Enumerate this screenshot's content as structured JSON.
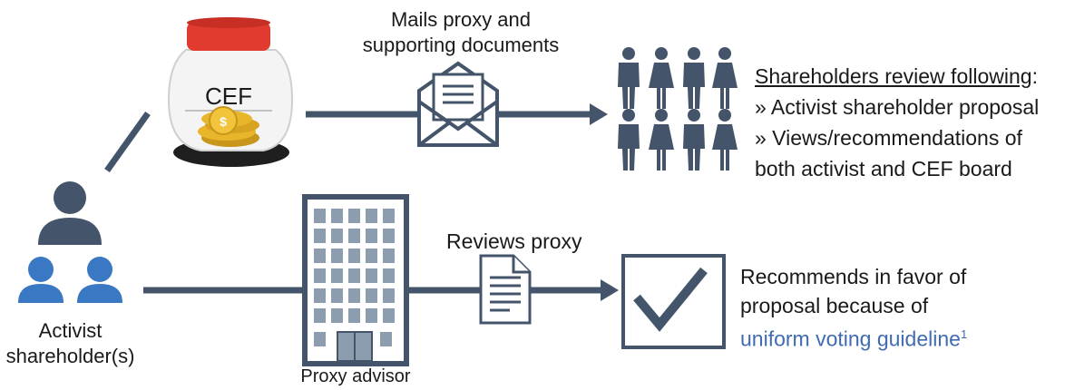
{
  "cef_label": "CEF",
  "mail_label_line1": "Mails proxy and",
  "mail_label_line2": "supporting documents",
  "shareholders_heading": "Shareholders review following",
  "shareholders_colon": ":",
  "review_items": [
    "» Activist shareholder proposal",
    "» Views/recommendations of",
    "both activist and CEF board"
  ],
  "activist_label_line1": "Activist",
  "activist_label_line2": "shareholder(s)",
  "proxy_advisor_label": "Proxy advisor",
  "reviews_proxy_label": "Reviews proxy",
  "recommend_line1": "Recommends in favor of",
  "recommend_line2": "proposal because of",
  "guideline_link": "uniform voting guideline",
  "footnote_marker": "1",
  "colors": {
    "navy": "#44546a",
    "blue_user": "#3a78c3",
    "jar_lid": "#e03b2e",
    "coin": "#e8b62a",
    "link_blue": "#3f6bb3",
    "window": "#8b9dae"
  },
  "icons": [
    "jar-icon",
    "coins-icon",
    "envelope-icon",
    "people-icon",
    "user-group-icon",
    "building-icon",
    "document-icon",
    "checkmark-icon"
  ]
}
